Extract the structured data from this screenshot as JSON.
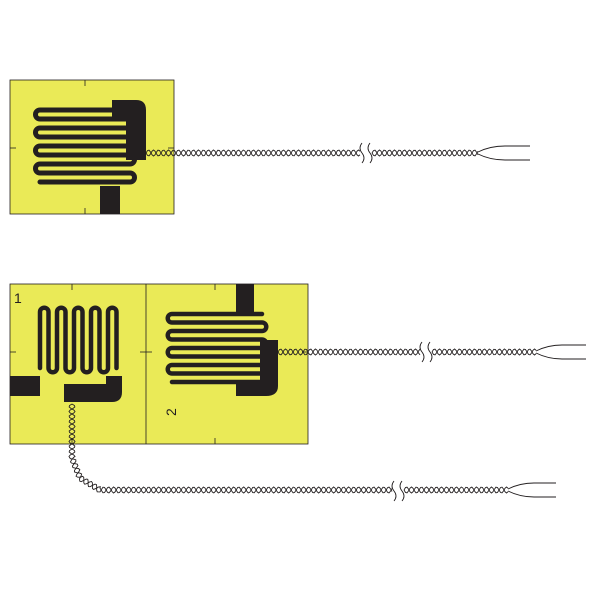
{
  "colors": {
    "background": "#ffffff",
    "backing": "#eaea57",
    "foil": "#231f20",
    "wire": "#231f20"
  },
  "labels": {
    "grid_1": "1",
    "grid_2": "2"
  },
  "components": [
    {
      "name": "single-strain-gauge",
      "grids": 1,
      "lead_wires": 1
    },
    {
      "name": "two-element-rosette",
      "grids": 2,
      "lead_wires": 2
    }
  ]
}
